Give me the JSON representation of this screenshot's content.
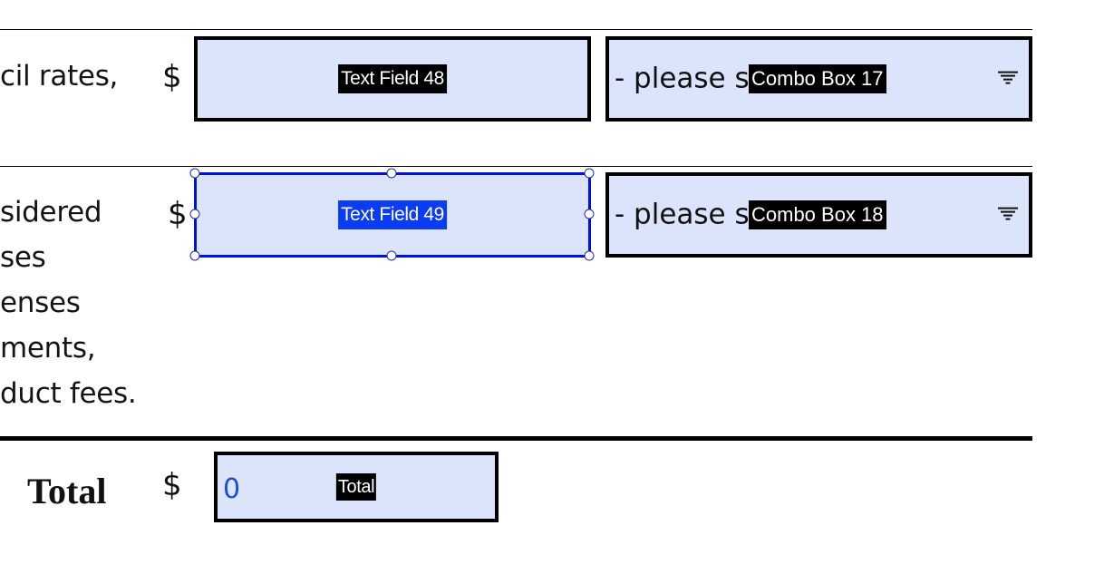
{
  "rows": [
    {
      "label_lines": [
        "cil rates,"
      ],
      "currency_symbol": "$",
      "text_field": {
        "name": "Text Field 48",
        "value": "",
        "selected": false
      },
      "combo_box": {
        "name": "Combo Box 17",
        "value": "- please s"
      }
    },
    {
      "label_lines": [
        "sidered",
        "ses",
        "enses",
        "ments,",
        "duct fees."
      ],
      "currency_symbol": "$",
      "text_field": {
        "name": "Text Field 49",
        "value": "",
        "selected": true
      },
      "combo_box": {
        "name": "Combo Box 18",
        "value": "- please s"
      }
    }
  ],
  "total": {
    "label": "Total",
    "currency_symbol": "$",
    "field_name": "Total",
    "value": "0"
  },
  "icons": {
    "dropdown": "dropdown-arrow-icon",
    "resize_handle": "resize-handle-icon"
  },
  "colors": {
    "field_fill": "#dce4fc",
    "field_border": "#000000",
    "selection_border": "#0010e0",
    "selected_tag_bg": "#0a3cf5",
    "total_value_text": "#1a4ed8"
  }
}
